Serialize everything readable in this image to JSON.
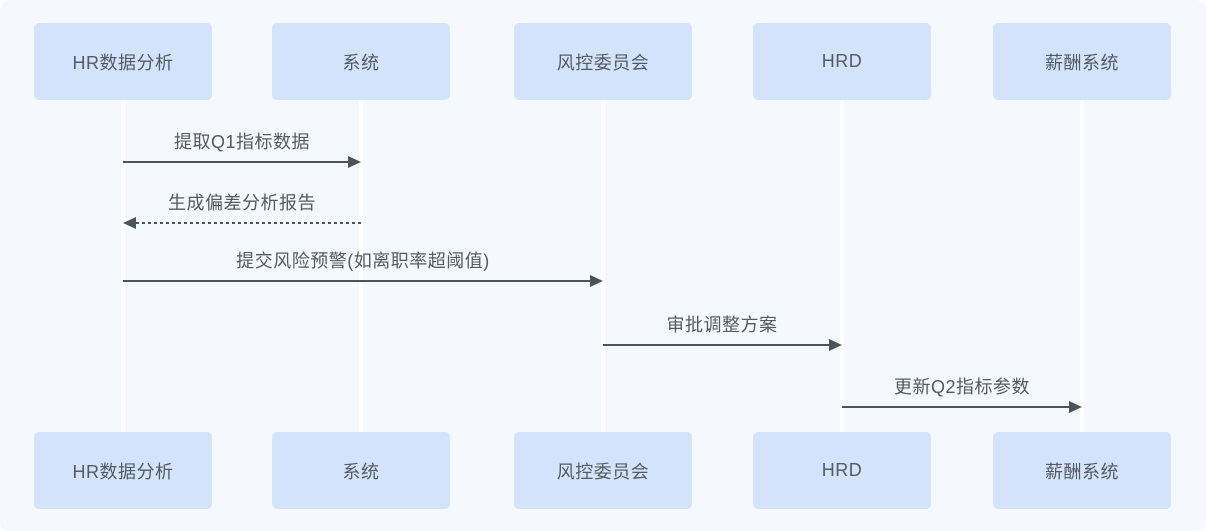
{
  "diagram": {
    "type": "sequence",
    "actors": [
      {
        "name": "HR数据分析"
      },
      {
        "name": "系统"
      },
      {
        "name": "风控委员会"
      },
      {
        "name": "HRD"
      },
      {
        "name": "薪酬系统"
      }
    ],
    "messages": [
      {
        "from": "HR数据分析",
        "to": "系统",
        "label": "提取Q1指标数据",
        "line_style": "solid",
        "direction": "right"
      },
      {
        "from": "系统",
        "to": "HR数据分析",
        "label": "生成偏差分析报告",
        "line_style": "dotted",
        "direction": "left"
      },
      {
        "from": "HR数据分析",
        "to": "风控委员会",
        "label": "提交风险预警(如离职率超阈值)",
        "line_style": "solid",
        "direction": "right"
      },
      {
        "from": "风控委员会",
        "to": "HRD",
        "label": "审批调整方案",
        "line_style": "solid",
        "direction": "right"
      },
      {
        "from": "HRD",
        "to": "薪酬系统",
        "label": "更新Q2指标参数",
        "line_style": "solid",
        "direction": "right"
      }
    ],
    "colors": {
      "background": "#f5f8fc",
      "actor_fill": "#d3e3fc",
      "text": "#555b63",
      "arrow_line": "#4d535a",
      "lifeline": "#ffffff"
    }
  }
}
